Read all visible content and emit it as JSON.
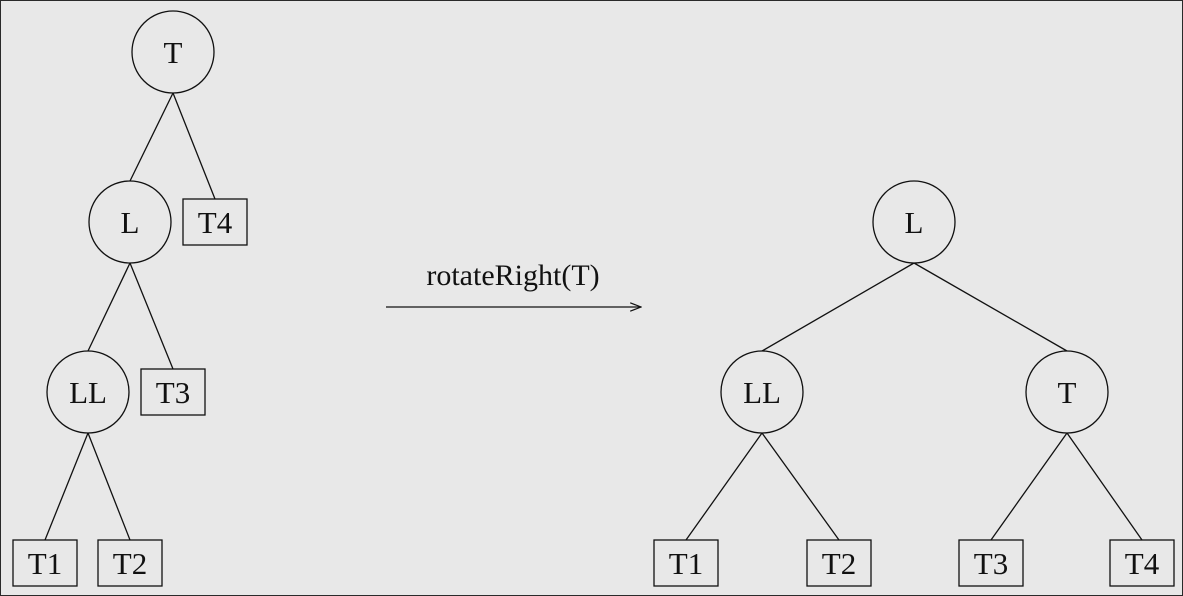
{
  "diagram": {
    "arrow_label": "rotateRight(T)",
    "before": {
      "nodes": [
        {
          "id": "T",
          "label": "T",
          "shape": "circle"
        },
        {
          "id": "L",
          "label": "L",
          "shape": "circle"
        },
        {
          "id": "T4",
          "label": "T4",
          "shape": "box"
        },
        {
          "id": "LL",
          "label": "LL",
          "shape": "circle"
        },
        {
          "id": "T3",
          "label": "T3",
          "shape": "box"
        },
        {
          "id": "T1",
          "label": "T1",
          "shape": "box"
        },
        {
          "id": "T2",
          "label": "T2",
          "shape": "box"
        }
      ],
      "edges": [
        [
          "T",
          "L"
        ],
        [
          "T",
          "T4"
        ],
        [
          "L",
          "LL"
        ],
        [
          "L",
          "T3"
        ],
        [
          "LL",
          "T1"
        ],
        [
          "LL",
          "T2"
        ]
      ]
    },
    "after": {
      "nodes": [
        {
          "id": "L",
          "label": "L",
          "shape": "circle"
        },
        {
          "id": "LL",
          "label": "LL",
          "shape": "circle"
        },
        {
          "id": "T",
          "label": "T",
          "shape": "circle"
        },
        {
          "id": "T1",
          "label": "T1",
          "shape": "box"
        },
        {
          "id": "T2",
          "label": "T2",
          "shape": "box"
        },
        {
          "id": "T3",
          "label": "T3",
          "shape": "box"
        },
        {
          "id": "T4",
          "label": "T4",
          "shape": "box"
        }
      ],
      "edges": [
        [
          "L",
          "LL"
        ],
        [
          "L",
          "T"
        ],
        [
          "LL",
          "T1"
        ],
        [
          "LL",
          "T2"
        ],
        [
          "T",
          "T3"
        ],
        [
          "T",
          "T4"
        ]
      ]
    }
  }
}
